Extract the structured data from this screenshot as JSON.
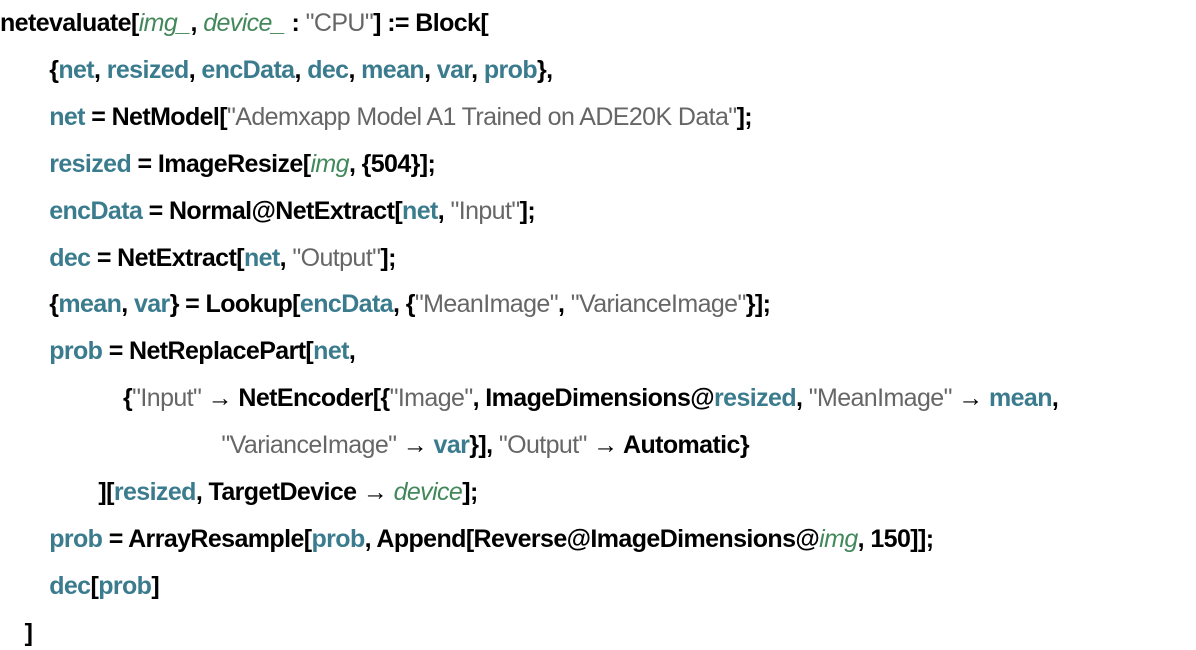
{
  "code_lines": [
    {
      "indent": 0,
      "tokens": [
        {
          "t": "netevaluate[",
          "c": "k"
        },
        {
          "t": "img_",
          "c": "p"
        },
        {
          "t": ", ",
          "c": "k"
        },
        {
          "t": "device_",
          "c": "p"
        },
        {
          "t": " : ",
          "c": "k"
        },
        {
          "t": "\"CPU\"",
          "c": "s"
        },
        {
          "t": "] := Block[",
          "c": "k"
        }
      ]
    },
    {
      "indent": 2,
      "tokens": [
        {
          "t": "{",
          "c": "k"
        },
        {
          "t": "net",
          "c": "v"
        },
        {
          "t": ", ",
          "c": "k"
        },
        {
          "t": "resized",
          "c": "v"
        },
        {
          "t": ", ",
          "c": "k"
        },
        {
          "t": "encData",
          "c": "v"
        },
        {
          "t": ", ",
          "c": "k"
        },
        {
          "t": "dec",
          "c": "v"
        },
        {
          "t": ", ",
          "c": "k"
        },
        {
          "t": "mean",
          "c": "v"
        },
        {
          "t": ", ",
          "c": "k"
        },
        {
          "t": "var",
          "c": "v"
        },
        {
          "t": ", ",
          "c": "k"
        },
        {
          "t": "prob",
          "c": "v"
        },
        {
          "t": "},",
          "c": "k"
        }
      ]
    },
    {
      "indent": 2,
      "tokens": [
        {
          "t": "net",
          "c": "v"
        },
        {
          "t": " = NetModel[",
          "c": "k"
        },
        {
          "t": "\"Ademxapp Model A1 Trained on ADE20K Data\"",
          "c": "s"
        },
        {
          "t": "];",
          "c": "k"
        }
      ]
    },
    {
      "indent": 2,
      "tokens": [
        {
          "t": "resized",
          "c": "v"
        },
        {
          "t": " = ImageResize[",
          "c": "k"
        },
        {
          "t": "img",
          "c": "p"
        },
        {
          "t": ", {504}];",
          "c": "k"
        }
      ]
    },
    {
      "indent": 2,
      "tokens": [
        {
          "t": "encData",
          "c": "v"
        },
        {
          "t": " = Normal@NetExtract[",
          "c": "k"
        },
        {
          "t": "net",
          "c": "v"
        },
        {
          "t": ", ",
          "c": "k"
        },
        {
          "t": "\"Input\"",
          "c": "s"
        },
        {
          "t": "];",
          "c": "k"
        }
      ]
    },
    {
      "indent": 2,
      "tokens": [
        {
          "t": "dec",
          "c": "v"
        },
        {
          "t": " = NetExtract[",
          "c": "k"
        },
        {
          "t": "net",
          "c": "v"
        },
        {
          "t": ", ",
          "c": "k"
        },
        {
          "t": "\"Output\"",
          "c": "s"
        },
        {
          "t": "];",
          "c": "k"
        }
      ]
    },
    {
      "indent": 2,
      "tokens": [
        {
          "t": "{",
          "c": "k"
        },
        {
          "t": "mean",
          "c": "v"
        },
        {
          "t": ", ",
          "c": "k"
        },
        {
          "t": "var",
          "c": "v"
        },
        {
          "t": "} = Lookup[",
          "c": "k"
        },
        {
          "t": "encData",
          "c": "v"
        },
        {
          "t": ", {",
          "c": "k"
        },
        {
          "t": "\"MeanImage\"",
          "c": "s"
        },
        {
          "t": ", ",
          "c": "k"
        },
        {
          "t": "\"VarianceImage\"",
          "c": "s"
        },
        {
          "t": "}];",
          "c": "k"
        }
      ]
    },
    {
      "indent": 2,
      "tokens": [
        {
          "t": "prob",
          "c": "v"
        },
        {
          "t": " = NetReplacePart[",
          "c": "k"
        },
        {
          "t": "net",
          "c": "v"
        },
        {
          "t": ",",
          "c": "k"
        }
      ]
    },
    {
      "indent": 5,
      "tokens": [
        {
          "t": "{",
          "c": "k"
        },
        {
          "t": "\"Input\"",
          "c": "s"
        },
        {
          "t": " → NetEncoder[{",
          "c": "k"
        },
        {
          "t": "\"Image\"",
          "c": "s"
        },
        {
          "t": ", ImageDimensions@",
          "c": "k"
        },
        {
          "t": "resized",
          "c": "v"
        },
        {
          "t": ", ",
          "c": "k"
        },
        {
          "t": "\"MeanImage\"",
          "c": "s"
        },
        {
          "t": " → ",
          "c": "k"
        },
        {
          "t": "mean",
          "c": "v"
        },
        {
          "t": ",",
          "c": "k"
        }
      ]
    },
    {
      "indent": 9,
      "tokens": [
        {
          "t": "\"VarianceImage\"",
          "c": "s"
        },
        {
          "t": " → ",
          "c": "k"
        },
        {
          "t": "var",
          "c": "v"
        },
        {
          "t": "}], ",
          "c": "k"
        },
        {
          "t": "\"Output\"",
          "c": "s"
        },
        {
          "t": " → Automatic}",
          "c": "k"
        }
      ]
    },
    {
      "indent": 4,
      "tokens": [
        {
          "t": "][",
          "c": "k"
        },
        {
          "t": "resized",
          "c": "v"
        },
        {
          "t": ", TargetDevice → ",
          "c": "k"
        },
        {
          "t": "device",
          "c": "p"
        },
        {
          "t": "];",
          "c": "k"
        }
      ]
    },
    {
      "indent": 2,
      "tokens": [
        {
          "t": "prob",
          "c": "v"
        },
        {
          "t": " = ArrayResample[",
          "c": "k"
        },
        {
          "t": "prob",
          "c": "v"
        },
        {
          "t": ", Append[Reverse@ImageDimensions@",
          "c": "k"
        },
        {
          "t": "img",
          "c": "p"
        },
        {
          "t": ", 150]];",
          "c": "k"
        }
      ]
    },
    {
      "indent": 2,
      "tokens": [
        {
          "t": "dec",
          "c": "v"
        },
        {
          "t": "[",
          "c": "k"
        },
        {
          "t": "prob",
          "c": "v"
        },
        {
          "t": "]",
          "c": "k"
        }
      ]
    },
    {
      "indent": 1,
      "tokens": [
        {
          "t": "]",
          "c": "k"
        }
      ]
    }
  ]
}
